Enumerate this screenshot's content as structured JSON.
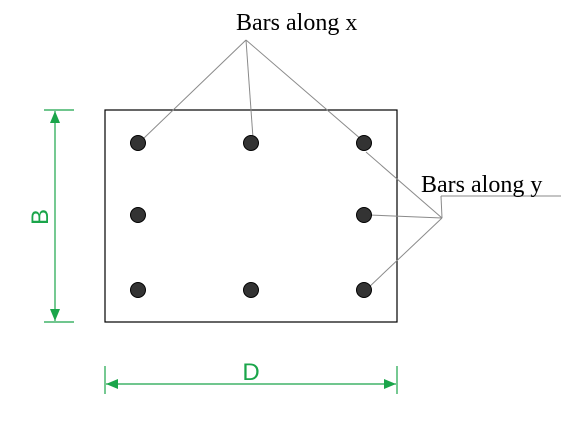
{
  "labels": {
    "bars_x": "Bars along x",
    "bars_y": "Bars along y",
    "dim_b": "B",
    "dim_d": "D"
  },
  "colors": {
    "dimension": "#1aa54a",
    "leader": "#8a8a8a",
    "bar_fill": "#333333",
    "outline": "#000000"
  }
}
